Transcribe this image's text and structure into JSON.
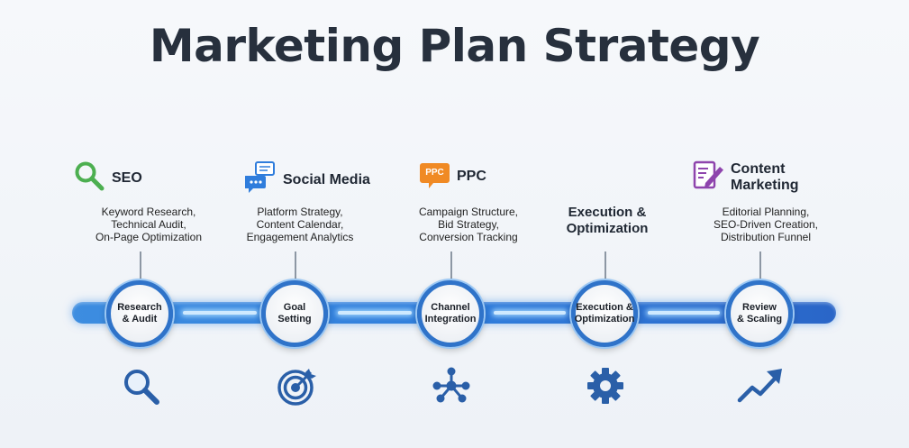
{
  "title": "Marketing Plan Strategy",
  "colors": {
    "track": "#2f7ddc",
    "node_border": "#2f73c9",
    "seo_icon": "#4caf50",
    "social_icon": "#2f7ddc",
    "ppc_icon": "#f08a24",
    "content_icon": "#8e44ad",
    "bottom_icon": "#2a5fa8"
  },
  "columns": [
    {
      "label_lines": [
        "SEO"
      ],
      "icon": "magnifier-icon",
      "details": [
        "Keyword Research,",
        "Technical Audit,",
        "On-Page Optimization"
      ]
    },
    {
      "label_lines": [
        "Social Media"
      ],
      "icon": "chat-bubbles-icon",
      "details": [
        "Platform Strategy,",
        "Content Calendar,",
        "Engagement Analytics"
      ]
    },
    {
      "label_lines": [
        "PPC"
      ],
      "icon": "ppc-badge-icon",
      "icon_text": "PPC",
      "details": [
        "Campaign Structure,",
        "Bid Strategy,",
        "Conversion Tracking"
      ]
    },
    {
      "label_lines": [
        "Execution &",
        "Optimization"
      ],
      "icon": "",
      "details": []
    },
    {
      "label_lines": [
        "Content",
        "Marketing"
      ],
      "icon": "content-edit-icon",
      "details": [
        "Editorial Planning,",
        "SEO-Driven Creation,",
        "Distribution Funnel"
      ]
    }
  ],
  "stages": [
    {
      "lines": [
        "Research",
        "& Audit"
      ],
      "icon": "search-icon"
    },
    {
      "lines": [
        "Goal",
        "Setting"
      ],
      "icon": "target-icon"
    },
    {
      "lines": [
        "Channel",
        "Integration"
      ],
      "icon": "network-icon"
    },
    {
      "lines": [
        "Execution &",
        "Optimization"
      ],
      "icon": "gear-icon"
    },
    {
      "lines": [
        "Review",
        "& Scaling"
      ],
      "icon": "trend-up-icon"
    }
  ]
}
